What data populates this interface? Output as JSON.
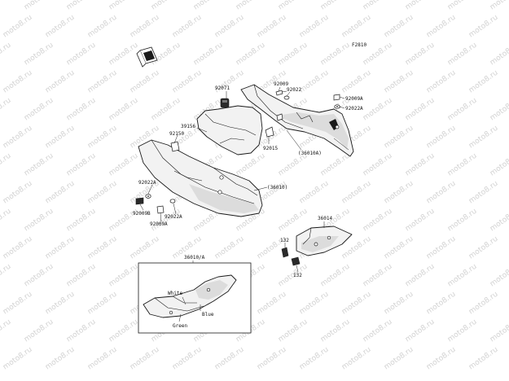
{
  "diagram_code": "F2810",
  "watermark_text": "moto8.ru",
  "labels": {
    "p92071": "92071",
    "p92009_top": "92009",
    "p92022_top": "92022",
    "p92009A_top": "92009A",
    "p92022A_top": "92022A",
    "p39156": "39156",
    "p92150": "92150",
    "p92015": "92015",
    "p36010A": "(36010A)",
    "p36010": "(36010)",
    "p92022A_left": "92022A",
    "p92009B": "92009B",
    "p92022A_low": "92022A",
    "p92009A_low": "92009A",
    "p36014": "36014",
    "p132_top": "132",
    "p132_bot": "132",
    "inset_title": "36010/A",
    "color_white": "White",
    "color_blue": "Blue",
    "color_green": "Green"
  }
}
